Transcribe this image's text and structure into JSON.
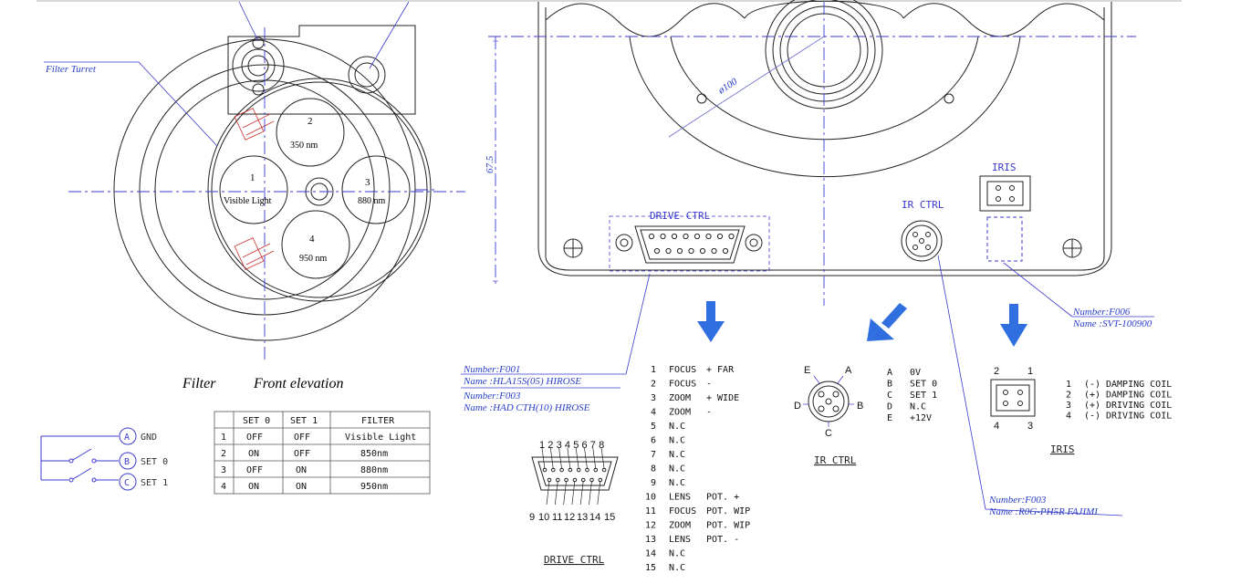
{
  "colors": {
    "line": "#222222",
    "blue": "#2a3fc8",
    "arrow": "#2f6fe0",
    "dim": "#6a6ad0"
  },
  "front_view": {
    "turret_label": "Filter Turret",
    "slots": [
      {
        "number": "2",
        "wavelength": "350 nm"
      },
      {
        "number": "1",
        "wavelength": "Visible Light"
      },
      {
        "number": "3",
        "wavelength": "880 nm"
      },
      {
        "number": "4",
        "wavelength": "950 nm"
      }
    ],
    "caption_filter": "Filter",
    "caption_front": "Front elevation"
  },
  "switch": {
    "labels": [
      {
        "letter": "A",
        "text": "GND"
      },
      {
        "letter": "B",
        "text": "SET 0"
      },
      {
        "letter": "C",
        "text": "SET 1"
      }
    ]
  },
  "filter_table": {
    "headers": [
      "",
      "SET 0",
      "SET 1",
      "FILTER"
    ],
    "rows": [
      [
        "1",
        "OFF",
        "OFF",
        "Visible Light"
      ],
      [
        "2",
        "ON",
        "OFF",
        "850nm"
      ],
      [
        "3",
        "OFF",
        "ON",
        "880nm"
      ],
      [
        "4",
        "ON",
        "ON",
        "950nm"
      ]
    ]
  },
  "housing": {
    "dim_diameter": "ø100",
    "dim_height": "67.5",
    "drive_label": "DRIVE CTRL",
    "ir_label": "IR CTRL",
    "iris_label": "IRIS"
  },
  "part_numbers": {
    "f001": {
      "number": "Number:F001",
      "name": "Name :HLA15S(05) HIROSE"
    },
    "f003a": {
      "number": "Number:F003",
      "name": "Name :HAD CTH(10) HIROSE"
    },
    "f003b": {
      "number": "Number:F003",
      "name": "Name :R0G-PH5R FAJIMI"
    },
    "f006": {
      "number": "Number:F006",
      "name": "Name :SVT-100900"
    }
  },
  "drive_pins": [
    {
      "n": "1",
      "a": "FOCUS",
      "b": "+ FAR"
    },
    {
      "n": "2",
      "a": "FOCUS",
      "b": "-"
    },
    {
      "n": "3",
      "a": "ZOOM",
      "b": "+ WIDE"
    },
    {
      "n": "4",
      "a": "ZOOM",
      "b": "-"
    },
    {
      "n": "5",
      "a": "N.C",
      "b": ""
    },
    {
      "n": "6",
      "a": "N.C",
      "b": ""
    },
    {
      "n": "7",
      "a": "N.C",
      "b": ""
    },
    {
      "n": "8",
      "a": "N.C",
      "b": ""
    },
    {
      "n": "9",
      "a": "N.C",
      "b": ""
    },
    {
      "n": "10",
      "a": "LENS",
      "b": "POT. +"
    },
    {
      "n": "11",
      "a": "FOCUS",
      "b": "POT. WIP"
    },
    {
      "n": "12",
      "a": "ZOOM",
      "b": "POT. WIP"
    },
    {
      "n": "13",
      "a": "LENS",
      "b": "POT. -"
    },
    {
      "n": "14",
      "a": "N.C",
      "b": ""
    },
    {
      "n": "15",
      "a": "N.C",
      "b": ""
    }
  ],
  "drive_connector": {
    "top_pins": [
      "1",
      "2",
      "3",
      "4",
      "5",
      "6",
      "7",
      "8"
    ],
    "bottom_pins": [
      "9",
      "10",
      "11",
      "12",
      "13",
      "14",
      "15"
    ],
    "caption": "DRIVE CTRL"
  },
  "ir_connector": {
    "pin_letters": [
      "E",
      "A",
      "D",
      "B",
      "C"
    ],
    "pins": [
      {
        "k": "A",
        "v": "0V"
      },
      {
        "k": "B",
        "v": "SET 0"
      },
      {
        "k": "C",
        "v": "SET 1"
      },
      {
        "k": "D",
        "v": "N.C"
      },
      {
        "k": "E",
        "v": "+12V"
      }
    ],
    "caption": "IR CTRL"
  },
  "iris_connector": {
    "pin_numbers": [
      "2",
      "1",
      "4",
      "3"
    ],
    "pins": [
      {
        "n": "1",
        "s": "(-)",
        "d": "DAMPING COIL"
      },
      {
        "n": "2",
        "s": "(+)",
        "d": "DAMPING COIL"
      },
      {
        "n": "3",
        "s": "(+)",
        "d": "DRIVING COIL"
      },
      {
        "n": "4",
        "s": "(-)",
        "d": "DRIVING COIL"
      }
    ],
    "caption": "IRIS"
  }
}
